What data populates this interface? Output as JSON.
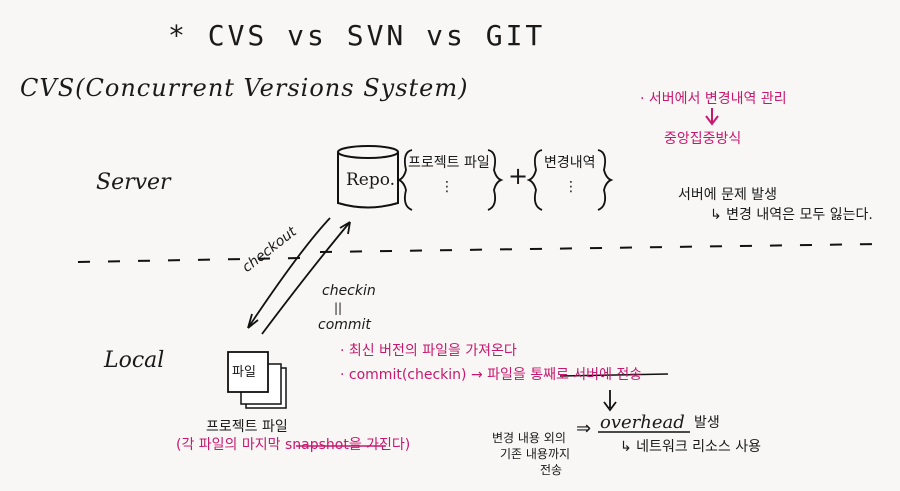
{
  "title": "* CVS vs SVN vs GIT",
  "subtitle": "CVS(Concurrent Versions System)",
  "labels": {
    "server": "Server",
    "local": "Local",
    "repo": "Repo.",
    "file": "파일",
    "checkout": "checkout",
    "checkin": "checkin",
    "equals": "||",
    "commit": "commit",
    "plus": "+"
  },
  "repo_contents": {
    "files": "프로젝트 파일",
    "changes": "변경내역",
    "dots": "⋮"
  },
  "notes_right": {
    "line1": "· 서버에서 변경내역 관리",
    "arrow": "⇓",
    "line2": "중앙집중방식",
    "line3": "서버에 문제 발생",
    "line4": "↳ 변경 내역은 모두 잃는다."
  },
  "notes_local": {
    "line1": "· 최신 버전의 파일을 가져온다",
    "line2": "· commit(checkin) → 파일을 통째로 서버에 전송",
    "arrow_down": "⇓"
  },
  "project_files": {
    "label": "프로젝트 파일",
    "note": "(각 파일의 마지막 snapshot을 가진다)"
  },
  "overhead": {
    "left1": "변경 내용 외의",
    "left2": "기존 내용까지",
    "left3": "전송",
    "arrow": "⇒",
    "word": "overhead",
    "suffix": "발생",
    "note": "↳ 네트워크 리소스 사용"
  }
}
